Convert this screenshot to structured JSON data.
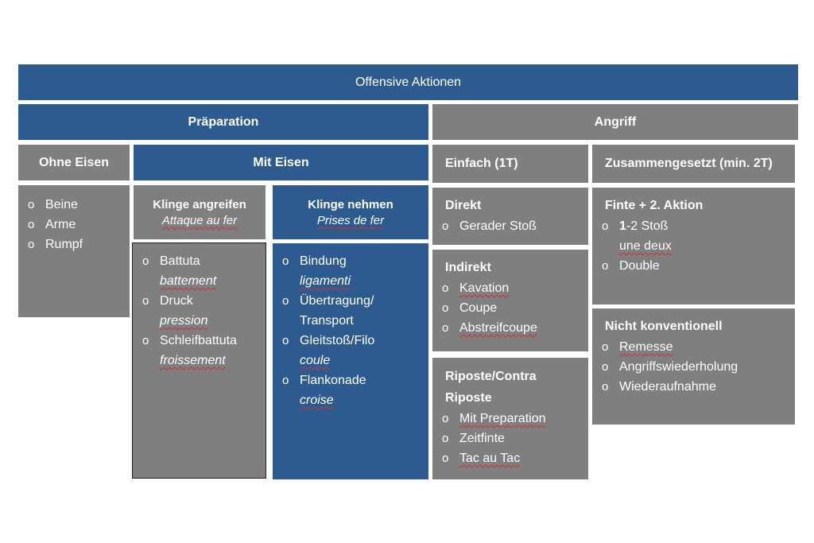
{
  "title": "Offensive Aktionen",
  "praeparation": {
    "label": "Präparation",
    "ohne_eisen": {
      "label": "Ohne Eisen",
      "items": [
        "Beine",
        "Arme",
        "Rumpf"
      ]
    },
    "mit_eisen": {
      "label": "Mit Eisen",
      "klinge_angreifen": {
        "label": "Klinge angreifen",
        "sub": "Attaque au fer",
        "items": [
          {
            "de": "Battuta",
            "fr": "battement"
          },
          {
            "de": "Druck",
            "fr": "pression"
          },
          {
            "de": "Schleifbattuta",
            "fr": "froissement"
          }
        ]
      },
      "klinge_nehmen": {
        "label": "Klinge nehmen",
        "sub": "Prises de fer",
        "items": [
          {
            "de": "Bindung",
            "fr": "ligamenti"
          },
          {
            "de": "Übertragung/",
            "de2": "Transport"
          },
          {
            "de": "Gleitstoß/Filo",
            "fr": "coule"
          },
          {
            "de": "Flankonade",
            "fr": "croise"
          }
        ]
      }
    }
  },
  "angriff": {
    "label": "Angriff",
    "einfach": {
      "label": "Einfach (1T)",
      "direkt": {
        "label": "Direkt",
        "items": [
          "Gerader Stoß"
        ]
      },
      "indirekt": {
        "label": "Indirekt",
        "items": [
          "Kavation",
          "Coupe",
          "Abstreifcoupe"
        ]
      },
      "riposte": {
        "label_line1": "Riposte/Contra",
        "label_line2": "Riposte",
        "items": [
          "Mit Preparation",
          "Zeitfinte",
          "Tac au Tac"
        ]
      }
    },
    "zusammengesetzt": {
      "label": "Zusammengesetzt (min. 2T)",
      "finte": {
        "label": "Finte + 2. Aktion",
        "item1_bold": "1",
        "item1_rest": "-2 Stoß",
        "item1_sub": "une deux",
        "item2": "Double"
      },
      "nicht_konventionell": {
        "label": "Nicht konventionell",
        "items": [
          "Remesse",
          "Angriffswiederholung",
          "Wiederaufnahme"
        ]
      }
    }
  },
  "bullet_mark": "o",
  "colors": {
    "blue": "#2e5b8f",
    "gray": "#7f7f7f",
    "spellcheck": "#d32f2f"
  }
}
